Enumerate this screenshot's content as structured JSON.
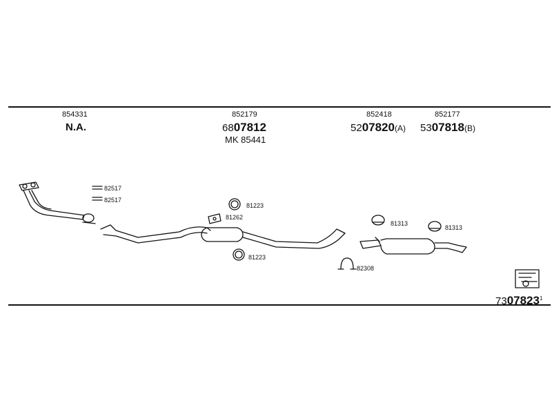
{
  "header": {
    "col1": {
      "number": "854331",
      "label": "N.A."
    },
    "col2": {
      "number": "852179",
      "prefix": "68",
      "code": "07812",
      "kit": "MK 85441"
    },
    "col3": {
      "number": "852418",
      "prefix": "52",
      "code": "07820",
      "suffix": "(A)"
    },
    "col4": {
      "number": "852177",
      "prefix": "53",
      "code": "07818",
      "suffix": "(B)"
    }
  },
  "parts": [
    {
      "id": "82517",
      "label": "82517"
    },
    {
      "id": "82517b",
      "label": "82517"
    },
    {
      "id": "81223a",
      "label": "81223"
    },
    {
      "id": "81262",
      "label": "81262"
    },
    {
      "id": "81223b",
      "label": "81223"
    },
    {
      "id": "81313a",
      "label": "81313"
    },
    {
      "id": "81313b",
      "label": "81313"
    },
    {
      "id": "82308",
      "label": "82308"
    }
  ],
  "footer": {
    "prefix": "73",
    "code": "07823",
    "superscript": "1"
  }
}
